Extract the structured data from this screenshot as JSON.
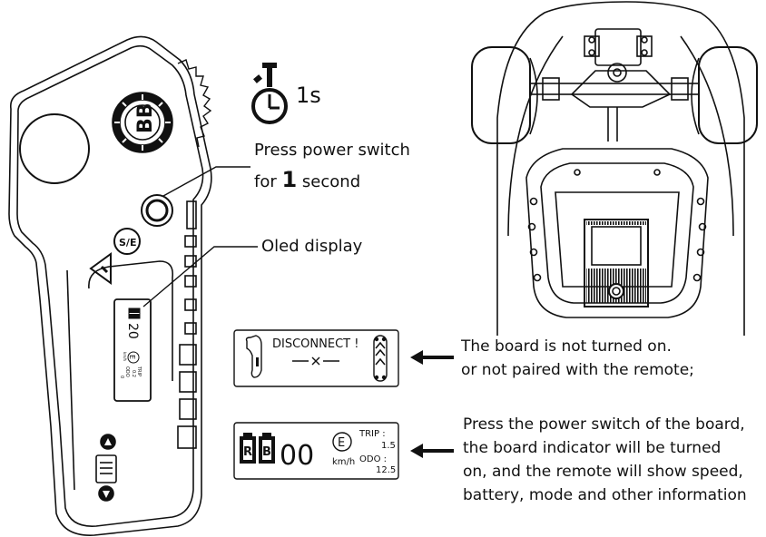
{
  "timer": {
    "icon": "stopwatch-icon",
    "duration_label": "1s"
  },
  "power_instruction": {
    "line1": "Press power switch",
    "line2_prefix": "for",
    "line2_number": "1",
    "line2_suffix": "second"
  },
  "oled_callout": {
    "label": "Oled display"
  },
  "remote": {
    "se_button_label": "S/E",
    "logo_text": "BB",
    "screen": {
      "speed": "20",
      "mode": "E",
      "unit": "km/h",
      "odo_label": "ODO",
      "odo_value": "0",
      "trip_label": "TRIP",
      "trip_value": "0.2"
    }
  },
  "disconnect_panel": {
    "status_text": "DISCONNECT !",
    "caption_line1": "The board is not turned on.",
    "caption_line2": "or not paired with the remote;"
  },
  "connected_panel": {
    "remote_battery_label": "R",
    "board_battery_label": "B",
    "speed_value": "00",
    "mode_letter": "E",
    "speed_unit": "km/h",
    "trip_label": "TRIP :",
    "trip_value": "1.5",
    "odo_label": "ODO :",
    "odo_value": "12.5",
    "caption_lines": [
      "Press the power switch of the board,",
      "the board indicator will be turned",
      "on, and the remote will show speed,",
      "battery, mode and other information"
    ]
  },
  "colors": {
    "line": "#111111",
    "background": "#ffffff"
  }
}
